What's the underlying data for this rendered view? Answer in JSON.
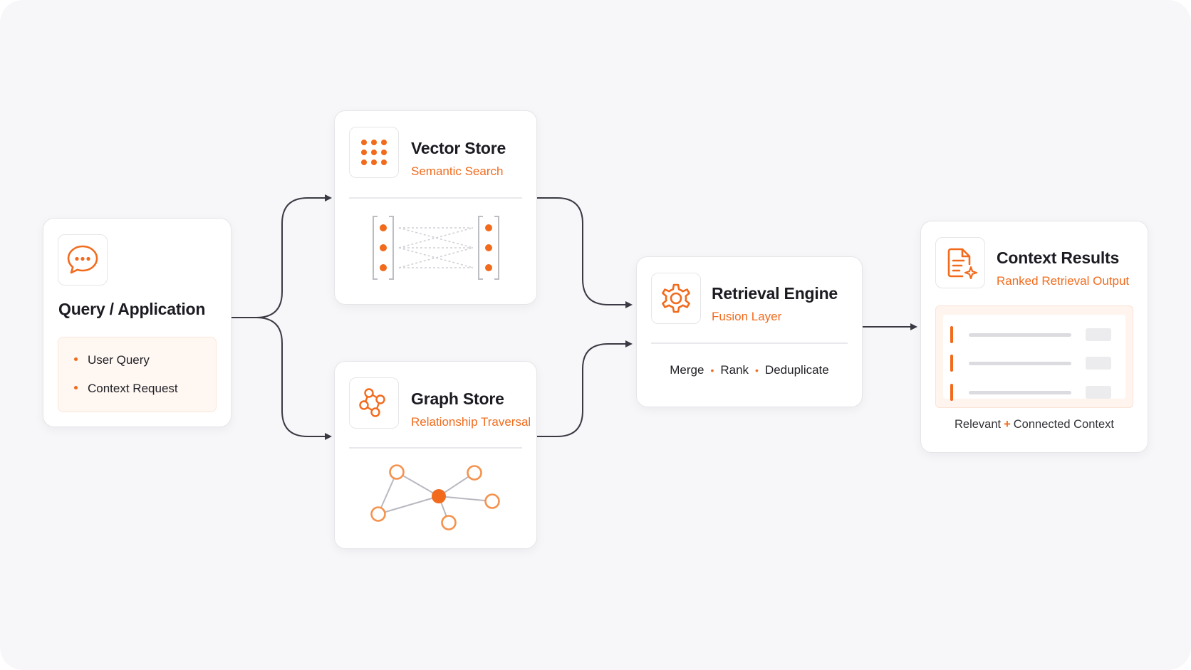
{
  "colors": {
    "accent": "#f26b1d",
    "text": "#1b1b22",
    "border": "#e6e6ea",
    "background": "#f7f7f9",
    "connector": "#3a3a44"
  },
  "nodes": {
    "query": {
      "icon": "chat-bubble-icon",
      "title": "Query / Application",
      "items": [
        "User Query",
        "Context Request"
      ]
    },
    "vector": {
      "icon": "dot-grid-icon",
      "title": "Vector Store",
      "subtitle": "Semantic Search",
      "illustration": "vector-matrix-icon"
    },
    "graph": {
      "icon": "graph-nodes-icon",
      "title": "Graph Store",
      "subtitle": "Relationship Traversal",
      "illustration": "network-graph-icon"
    },
    "engine": {
      "icon": "gear-icon",
      "title": "Retrieval Engine",
      "subtitle": "Fusion Layer",
      "operations": [
        "Merge",
        "Rank",
        "Deduplicate"
      ]
    },
    "results": {
      "icon": "document-sparkle-icon",
      "title": "Context Results",
      "subtitle": "Ranked Retrieval Output",
      "footnote_left": "Relevant",
      "footnote_plus": "+",
      "footnote_right": "Connected Context"
    }
  }
}
